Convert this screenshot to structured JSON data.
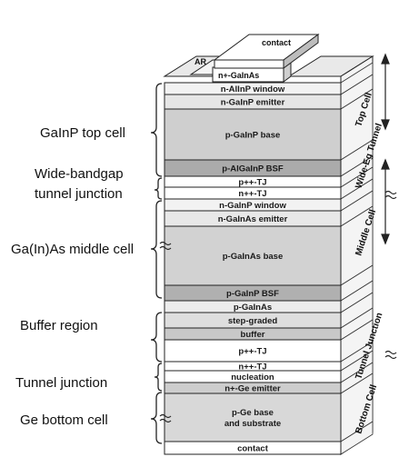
{
  "top_labels": {
    "contact": "contact",
    "ar": "AR",
    "cap": "n+-GaInAs"
  },
  "left_labels": {
    "top_cell": "GaInP top cell",
    "tunnel_line1": "Wide-bandgap",
    "tunnel_line2": "tunnel junction",
    "middle_cell": "Ga(In)As middle cell",
    "buffer": "Buffer region",
    "tunnel": "Tunnel junction",
    "bottom_cell": "Ge bottom cell"
  },
  "right_labels": {
    "top_cell": "Top Cell",
    "wide_tunnel": "Wide-Eg Tunnel",
    "middle_cell": "Middle Cell",
    "tunnel_junction": "Tunnel Junction",
    "bottom_cell": "Bottom Cell"
  },
  "layers": [
    {
      "text": "n-AlInP window",
      "fill": "#f2f2f2"
    },
    {
      "text": "n-GaInP emitter",
      "fill": "#e6e6e6"
    },
    {
      "text": "p-GaInP base",
      "fill": "#cfcfcf"
    },
    {
      "text": "p-AlGaInP BSF",
      "fill": "#ababab"
    },
    {
      "text": "p++-TJ",
      "fill": "#ffffff"
    },
    {
      "text": "n++-TJ",
      "fill": "#ffffff"
    },
    {
      "text": "n-GaInP window",
      "fill": "#f2f2f2"
    },
    {
      "text": "n-GaInAs emitter",
      "fill": "#e8e8e8"
    },
    {
      "text": "p-GaInAs base",
      "fill": "#d2d2d2"
    },
    {
      "text": "p-GaInP BSF",
      "fill": "#b0b0b0"
    },
    {
      "text": "p-GaInAs",
      "fill": "#ececec"
    },
    {
      "text": "step-graded",
      "fill": "#dedede"
    },
    {
      "text": "buffer",
      "fill": "#c8c8c8"
    },
    {
      "text": "p++-TJ",
      "fill": "#ffffff"
    },
    {
      "text": "n++-TJ",
      "fill": "#ffffff"
    },
    {
      "text": "nucleation",
      "fill": "#ffffff"
    },
    {
      "text": "n+-Ge emitter",
      "fill": "#cdcdcd"
    },
    {
      "text": "p-Ge base and substrate",
      "fill": "#d8d8d8"
    },
    {
      "text": "contact",
      "fill": "#ffffff"
    }
  ]
}
